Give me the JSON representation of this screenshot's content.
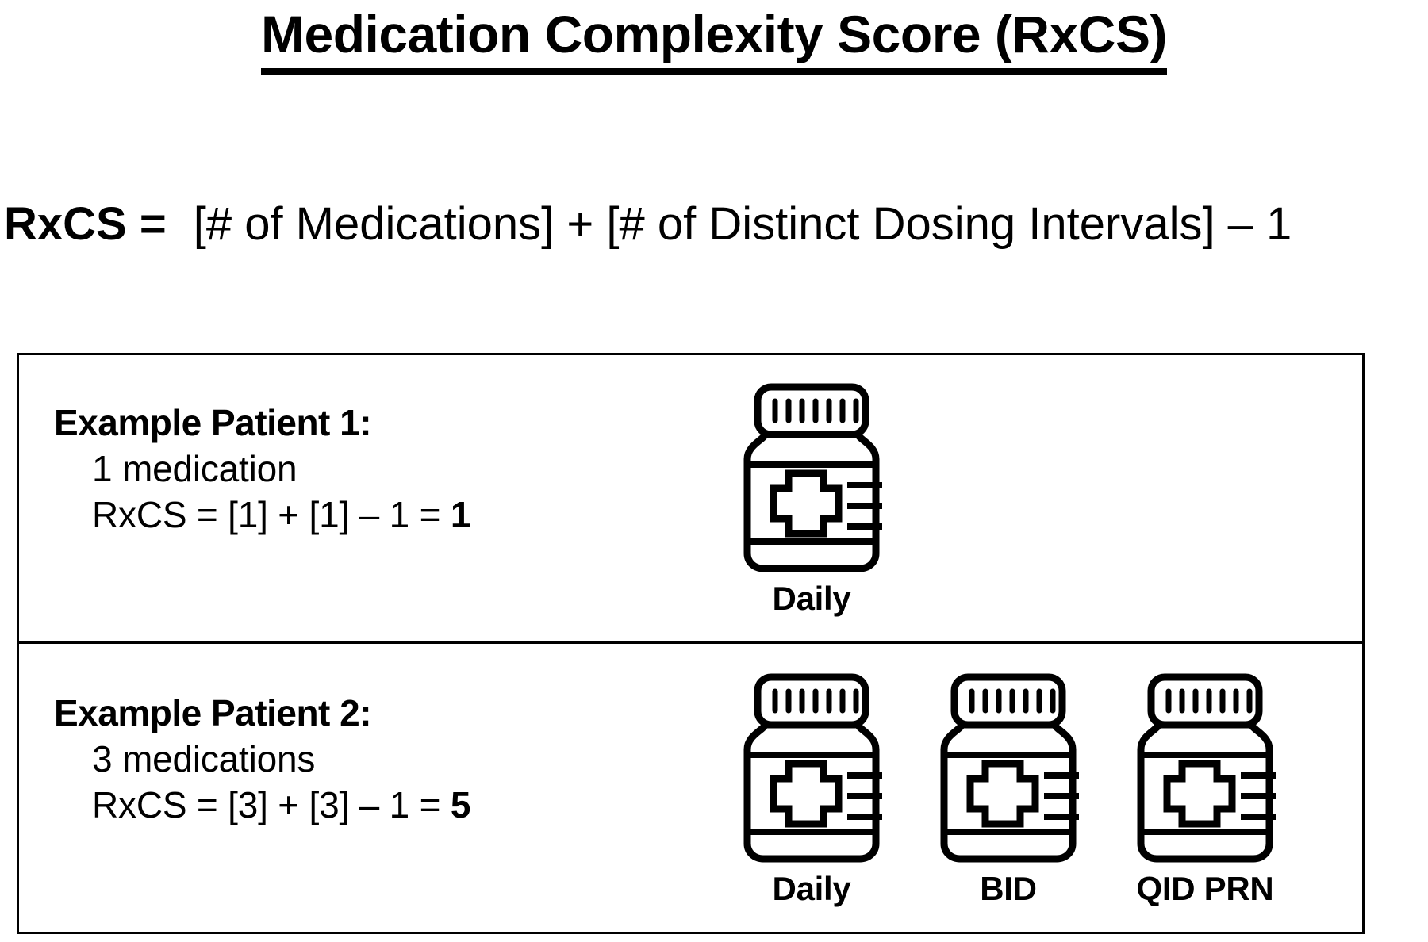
{
  "title": "Medication Complexity Score (RxCS)",
  "formula": {
    "lhs": "RxCS =",
    "rhs": "[# of Medications] + [# of Distinct Dosing Intervals] – 1"
  },
  "examples": [
    {
      "heading": "Example Patient 1:",
      "med_count_line": "1 medication",
      "score_expression": "RxCS = [1] + [1] – 1 = ",
      "score_value": "1",
      "medications": [
        {
          "icon": "pill-bottle-icon",
          "label": "Daily"
        }
      ]
    },
    {
      "heading": "Example Patient 2:",
      "med_count_line": "3 medications",
      "score_expression": "RxCS = [3] + [3] – 1 = ",
      "score_value": "5",
      "medications": [
        {
          "icon": "pill-bottle-icon",
          "label": "Daily"
        },
        {
          "icon": "pill-bottle-icon",
          "label": "BID"
        },
        {
          "icon": "pill-bottle-icon",
          "label": "QID PRN"
        }
      ]
    }
  ],
  "colors": {
    "ink": "#000000",
    "background": "#ffffff"
  }
}
